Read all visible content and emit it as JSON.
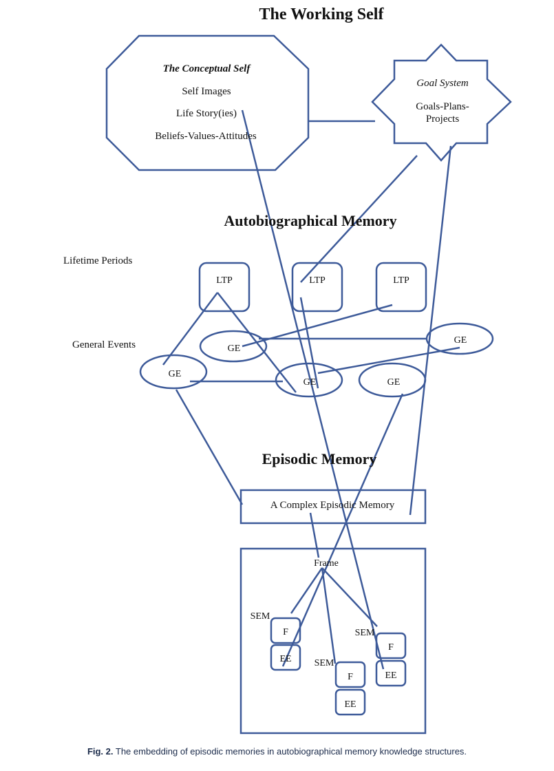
{
  "headings": {
    "working_self": "The Working Self",
    "autobiographical": "Autobiographical Memory",
    "episodic": "Episodic Memory"
  },
  "conceptual_self": {
    "title": "The Conceptual Self",
    "lines": [
      "Self Images",
      "Life Story(ies)",
      "Beliefs-Values-Attitudes"
    ]
  },
  "goal_system": {
    "title": "Goal System",
    "lines": [
      "Goals-Plans-",
      "Projects"
    ]
  },
  "side_labels": {
    "lifetime_periods": "Lifetime Periods",
    "general_events": "General Events"
  },
  "ltp_boxes": [
    "LTP",
    "LTP",
    "LTP"
  ],
  "ge_ellipses": [
    "GE",
    "GE",
    "GE",
    "GE",
    "GE"
  ],
  "complex_memory": "A Complex Episodic Memory",
  "frame": {
    "label": "Frame",
    "sem_labels": [
      "SEM",
      "SEM",
      "SEM"
    ],
    "f_boxes": [
      "F",
      "F",
      "F"
    ],
    "ee_boxes": [
      "EE",
      "EE",
      "EE"
    ]
  },
  "caption": {
    "fig_label": "Fig. 2.",
    "text": "The embedding of episodic memories in autobiographical memory knowledge structures."
  },
  "colors": {
    "line": "#3d5a99",
    "text": "#111111"
  }
}
